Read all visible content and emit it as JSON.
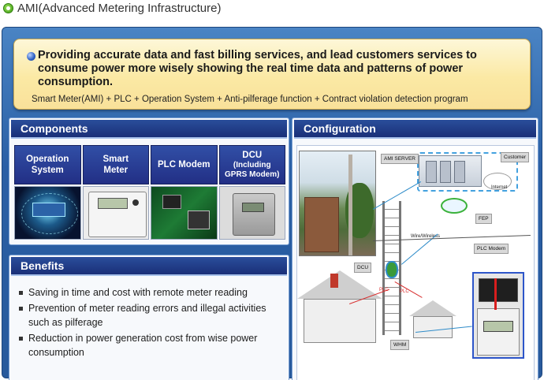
{
  "page": {
    "title": "AMI(Advanced Metering Infrastructure)"
  },
  "summary": {
    "headline": "Providing accurate data and fast billing services, and lead customers services to consume power more wisely showing the real time data and patterns of power consumption.",
    "subline": "Smart Meter(AMI) + PLC + Operation System + Anti-pilferage function + Contract violation detection program"
  },
  "components": {
    "header": "Components",
    "items": [
      {
        "line1": "Operation",
        "line2": "System",
        "line3": ""
      },
      {
        "line1": "Smart",
        "line2": "Meter",
        "line3": ""
      },
      {
        "line1": "PLC Modem",
        "line2": "",
        "line3": ""
      },
      {
        "line1": "DCU",
        "line2": "(Including",
        "line3": "GPRS Modem)"
      }
    ]
  },
  "benefits": {
    "header": "Benefits",
    "items": [
      "Saving in time and cost with remote meter reading",
      "Prevention of meter reading errors and illegal activities such as pilferage",
      "Reduction in power generation cost from wise power consumption"
    ]
  },
  "configuration": {
    "header": "Configuration",
    "labels": {
      "ami_server": "AMI SERVER",
      "customer": "Customer",
      "internet": "Internet",
      "fep": "FEP",
      "wire_wireless": "Wire/Wireless",
      "dcu": "DCU",
      "plc_modem": "PLC Modem",
      "plc_a": "PLC",
      "plc_b": "PLC",
      "whm": "WHM"
    }
  },
  "colors": {
    "frame": "#2a5fa5",
    "header": "#1a2f78",
    "summary_bg": "#fbe9a4",
    "title_dot": "#3c9b12"
  }
}
